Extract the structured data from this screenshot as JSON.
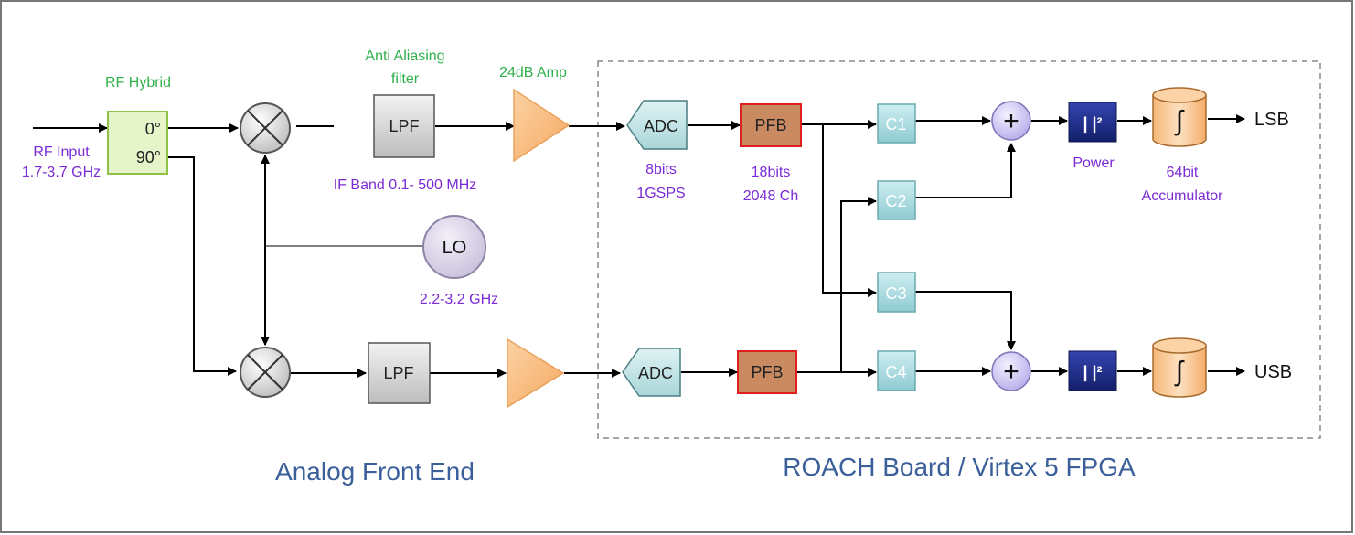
{
  "sections": {
    "analog": "Analog Front End",
    "fpga": "ROACH Board / Virtex 5 FPGA"
  },
  "rf_input": {
    "line1": "RF Input",
    "line2": "1.7-3.7 GHz"
  },
  "rf_hybrid": {
    "title": "RF Hybrid",
    "port0": "0°",
    "port90": "90°"
  },
  "filter": {
    "title_line1": "Anti Aliasing",
    "title_line2": "filter",
    "label": "LPF"
  },
  "if_band": "IF Band 0.1- 500 MHz",
  "amp": {
    "title": "24dB Amp"
  },
  "lo": {
    "label": "LO",
    "freq": "2.2-3.2 GHz"
  },
  "adc": {
    "label": "ADC",
    "spec_line1": "8bits",
    "spec_line2": "1GSPS"
  },
  "pfb": {
    "label": "PFB",
    "spec_line1": "18bits",
    "spec_line2": "2048 Ch"
  },
  "coeffs": [
    "C1",
    "C2",
    "C3",
    "C4"
  ],
  "adder": "+",
  "power": {
    "symbol": "| |²",
    "label": "Power"
  },
  "accumulator": {
    "symbol": "∫",
    "line1": "64bit",
    "line2": "Accumulator"
  },
  "outputs": {
    "upper": "LSB",
    "lower": "USB"
  },
  "colors": {
    "hybrid_fill": "#e6f5c9",
    "hybrid_stroke": "#8fc04a",
    "mixer_fill": "#e6e6e6",
    "lpf_fill": "#dcdcdc",
    "amp_fill": "#fbbf7f",
    "adc_fill": "#c7e6e8",
    "pfb_fill": "#c98a62",
    "pfb_stroke": "#e02020",
    "coeff_fill": "#a9d9de",
    "adder_fill": "#cfc8f0",
    "power_fill": "#1f2a8a",
    "accum_fill": "#f8c892",
    "lo_fill": "#dcd6ea",
    "purple_text": "#7a2bd6",
    "green_text": "#2fb04a",
    "section_text": "#3a5f9a"
  }
}
